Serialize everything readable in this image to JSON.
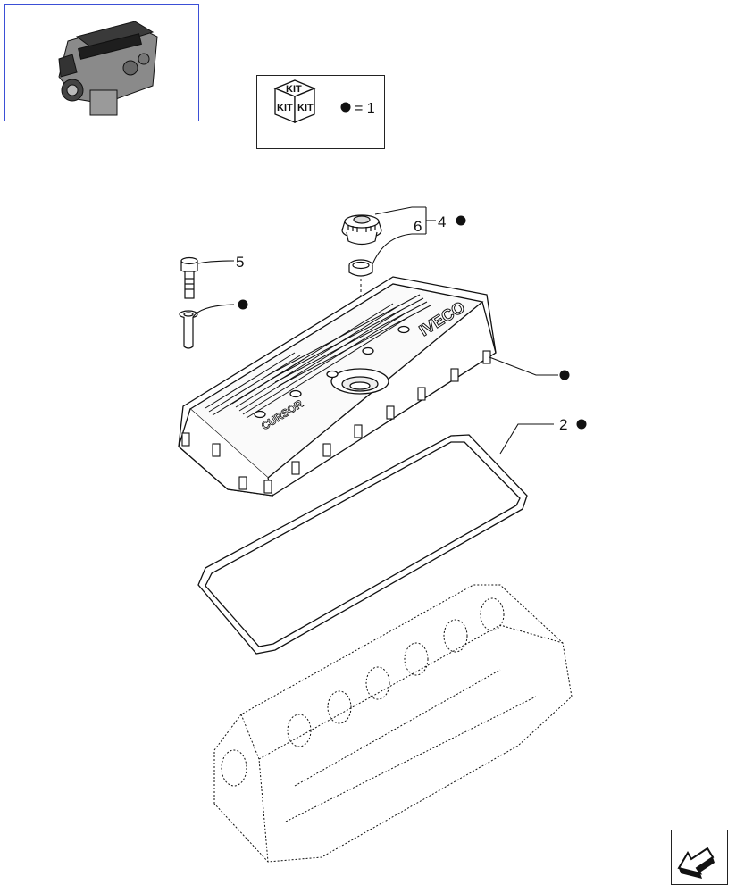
{
  "kit_legend": {
    "kit_labels": [
      "KIT",
      "KIT",
      "KIT"
    ],
    "equals_text": "= 1"
  },
  "callouts": [
    {
      "id": "c5",
      "label": "5"
    },
    {
      "id": "c6",
      "label": "6"
    },
    {
      "id": "c4",
      "label": "4"
    },
    {
      "id": "c2",
      "label": "2"
    }
  ],
  "cover_text": {
    "brand": "IVECO",
    "model": "CURSOR"
  },
  "icons": {
    "thumbnail": "engine-thumbnail-icon",
    "kit_box": "kit-box-icon",
    "nav": "next-page-arrow-icon"
  },
  "colors": {
    "thumb_border": "#3b4fd6",
    "line": "#111111"
  }
}
